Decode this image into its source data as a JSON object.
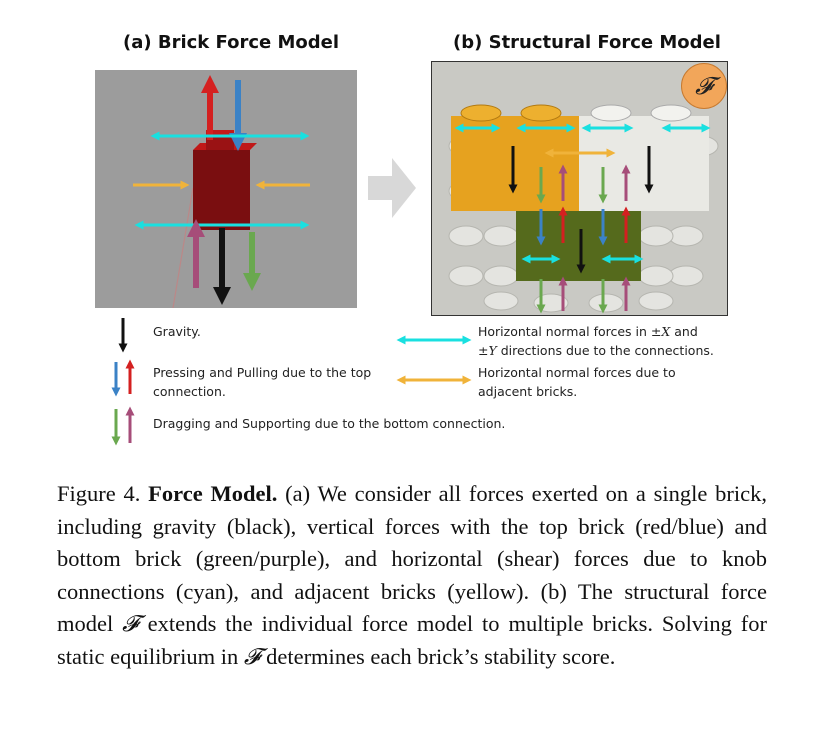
{
  "panels": {
    "a_title": "(a) Brick Force Model",
    "b_title": "(b) Structural Force Model",
    "badge": "𝓕"
  },
  "legend": {
    "gravity": "Gravity.",
    "pressing": "Pressing and Pulling due to the top connection.",
    "dragging": "Dragging and Supporting due to the bottom connection.",
    "horizontal_connections_prefix": "Horizontal normal forces in ",
    "horizontal_connections_x": "±X",
    "horizontal_connections_and": " and ",
    "horizontal_connections_y": "±Y",
    "horizontal_connections_suffix": " directions due to the connections.",
    "horizontal_adjacent": "Horizontal normal forces due to adjacent bricks."
  },
  "caption": {
    "figure_label": "Figure 4.",
    "bold_title": "Force Model.",
    "part1": "(a) We consider all forces exerted on a single brick, including gravity (black), vertical forces with the top brick (red/blue) and bottom brick (green/purple), and horizontal (shear) forces due to knob connections (cyan), and adjacent bricks (yellow). (b) The structural force model ",
    "symbol1": "𝓕",
    "part2": " extends the individual force model to multiple bricks. Solving for static equilibrium in ",
    "symbol2": "𝓕",
    "part3": " determines each brick’s stability score."
  },
  "colors": {
    "gravity": "#111111",
    "top_red": "#d42020",
    "top_blue": "#3b82c6",
    "bottom_green": "#6aa84f",
    "bottom_purple": "#a64d79",
    "cyan": "#19e0e0",
    "yellow": "#f0b33a",
    "badge": "#f2a65a"
  }
}
